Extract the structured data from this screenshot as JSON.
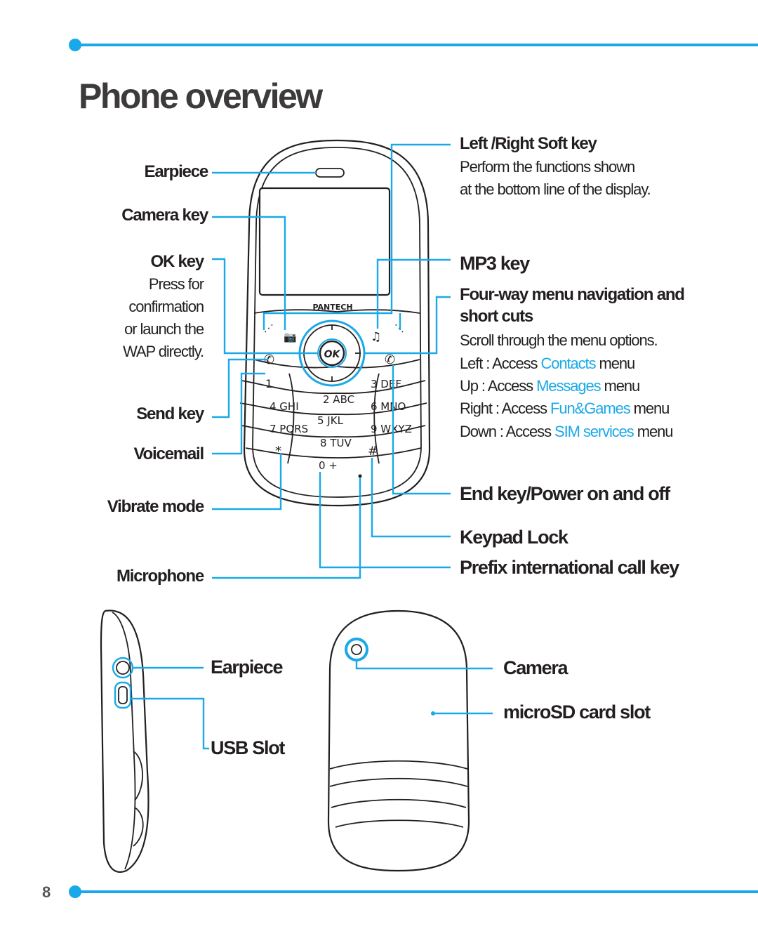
{
  "title": "Phone overview",
  "page_number": "8",
  "brand": "PANTECH",
  "ok_label": "OK",
  "labels": {
    "earpiece_front": "Earpiece",
    "camera_key": "Camera key",
    "ok_key": "OK key",
    "ok_key_desc": [
      "Press for",
      "confirmation",
      "or launch the",
      "WAP directly."
    ],
    "send_key": "Send key",
    "voicemail": "Voicemail",
    "vibrate_mode": "Vibrate mode",
    "microphone": "Microphone",
    "soft_key": "Left /Right Soft key",
    "soft_key_desc": [
      "Perform the functions shown",
      "at the bottom line of the display."
    ],
    "mp3_key": "MP3 key",
    "nav_key": [
      "Four-way menu navigation and",
      "short cuts"
    ],
    "nav_desc": "Scroll through the menu options.",
    "nav_items": [
      {
        "prefix": "Left : Access ",
        "link": "Contacts",
        "suffix": " menu"
      },
      {
        "prefix": "Up : Access ",
        "link": "Messages",
        "suffix": " menu"
      },
      {
        "prefix": "Right : Access ",
        "link": "Fun&Games",
        "suffix": " menu"
      },
      {
        "prefix": "Down : Access ",
        "link": "SIM services",
        "suffix": " menu"
      }
    ],
    "end_key": "End key/Power on and off",
    "keypad_lock": "Keypad Lock",
    "prefix_key": "Prefix international call key",
    "earpiece_side": "Earpiece",
    "usb_slot": "USB Slot",
    "camera": "Camera",
    "microsd": "microSD card slot"
  },
  "keypad": {
    "row1": [
      "1",
      "2 ABC",
      "3 DEF"
    ],
    "row2": [
      "4 GHI",
      "5 JKL",
      "6 MNO"
    ],
    "row3": [
      "7 PQRS",
      "8 TUV",
      "9 WXYZ"
    ],
    "row4": [
      "*",
      "0 +",
      "#"
    ]
  },
  "icons": {
    "camera_key": "camera-icon",
    "mp3_key": "music-note-icon",
    "send_key": "phone-send-icon",
    "end_key": "phone-end-icon"
  },
  "colors": {
    "accent": "#1aa9e8",
    "text": "#231f20"
  }
}
